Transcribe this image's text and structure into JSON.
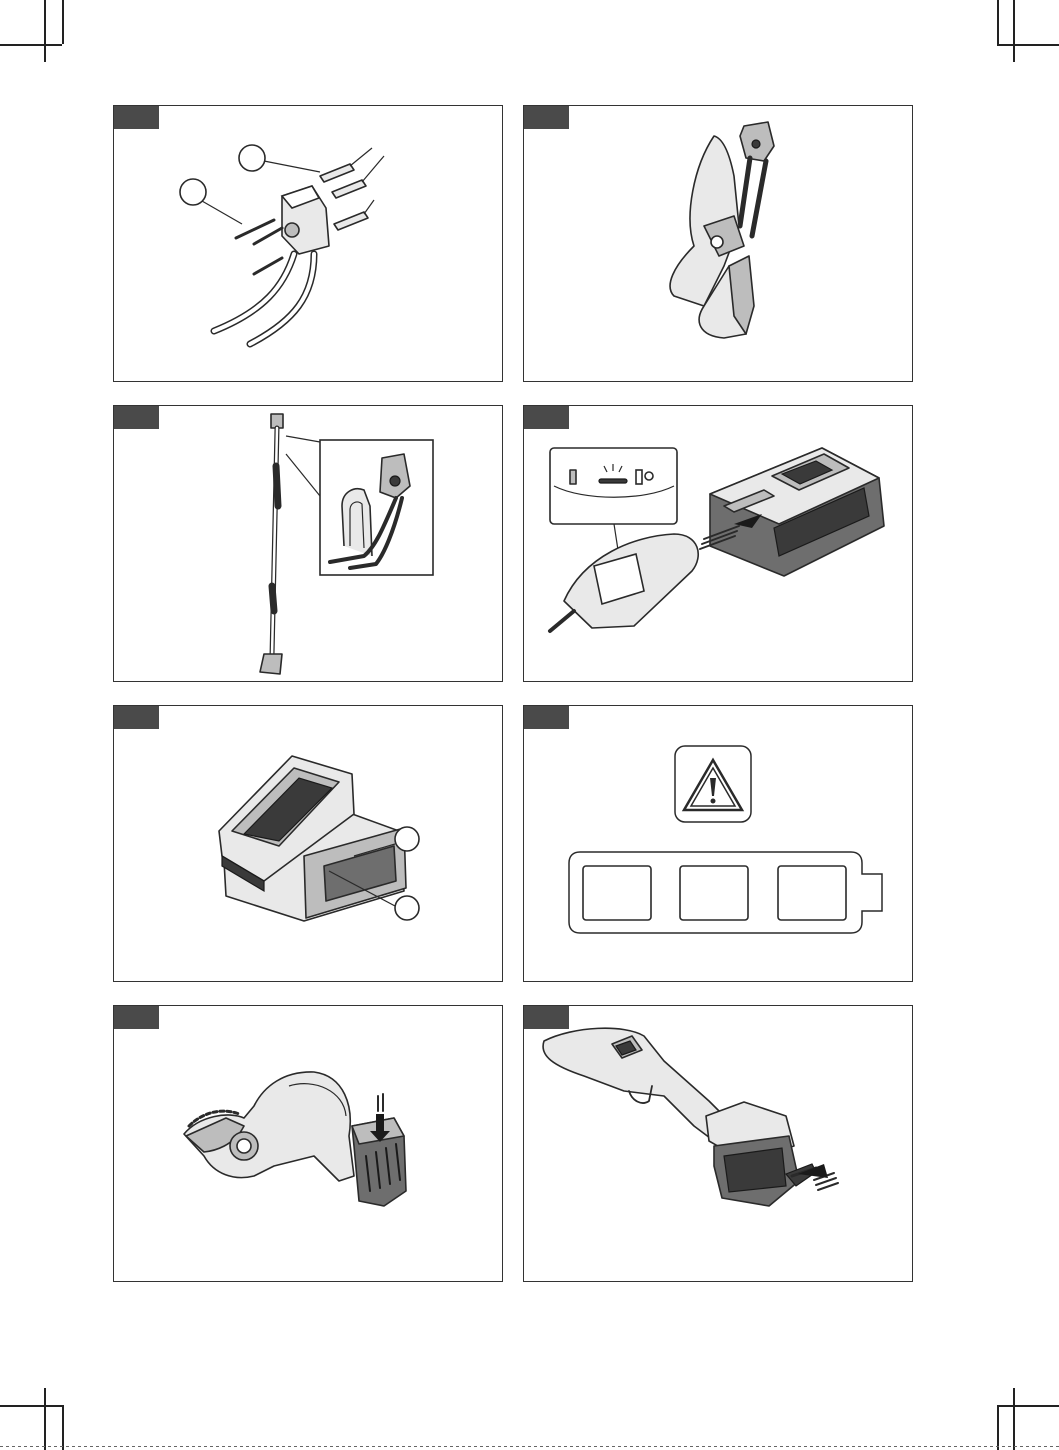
{
  "document": {
    "panels": [
      {
        "id": "panel-1",
        "subject": "wall-bracket-assembly",
        "callouts": 2
      },
      {
        "id": "panel-2",
        "subject": "pruner-on-hook",
        "callouts": 0
      },
      {
        "id": "panel-3",
        "subject": "pole-pruner-on-bracket",
        "callouts": 0
      },
      {
        "id": "panel-4",
        "subject": "battery-into-charger",
        "callouts": 0
      },
      {
        "id": "panel-5",
        "subject": "battery-on-charger",
        "callouts": 2
      },
      {
        "id": "panel-6",
        "subject": "warning-and-charge-indicator",
        "callouts": 0
      },
      {
        "id": "panel-7",
        "subject": "insert-battery-pruner",
        "callouts": 0
      },
      {
        "id": "panel-8",
        "subject": "insert-battery-pole-pruner",
        "callouts": 0
      }
    ],
    "colors": {
      "tab": "#4a4a4a",
      "border": "#333333",
      "line": "#2a2a2a",
      "fill": "#e9e9e9"
    },
    "icons": [
      "warning-triangle-icon",
      "battery-level-icon",
      "arrow-icon"
    ]
  }
}
